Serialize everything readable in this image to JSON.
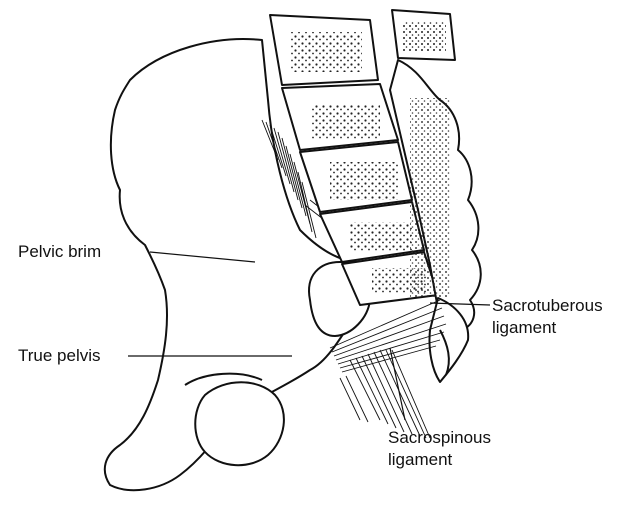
{
  "labels": {
    "pelvic_brim": "Pelvic brim",
    "true_pelvis": "True pelvis",
    "sacrotuberous_line1": "Sacrotuberous",
    "sacrotuberous_line2": "ligament",
    "sacrospinous_line1": "Sacrospinous",
    "sacrospinous_line2": "ligament"
  },
  "colors": {
    "ink": "#111111",
    "bone": "#ffffff",
    "background": "#ffffff"
  }
}
